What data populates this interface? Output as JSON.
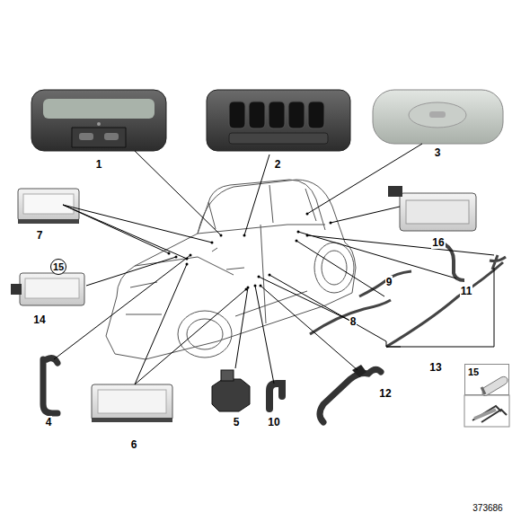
{
  "diagram": {
    "nodes": [
      {
        "text": [
          "15"
        ]
      },
      {
        "text": [
          "15"
        ]
      }
    ],
    "labels": [
      "1",
      "2",
      "3",
      "16",
      "7",
      "14",
      "9",
      "11",
      "8",
      "13",
      "4",
      "5",
      "6",
      "10",
      "12",
      "373686"
    ]
  }
}
